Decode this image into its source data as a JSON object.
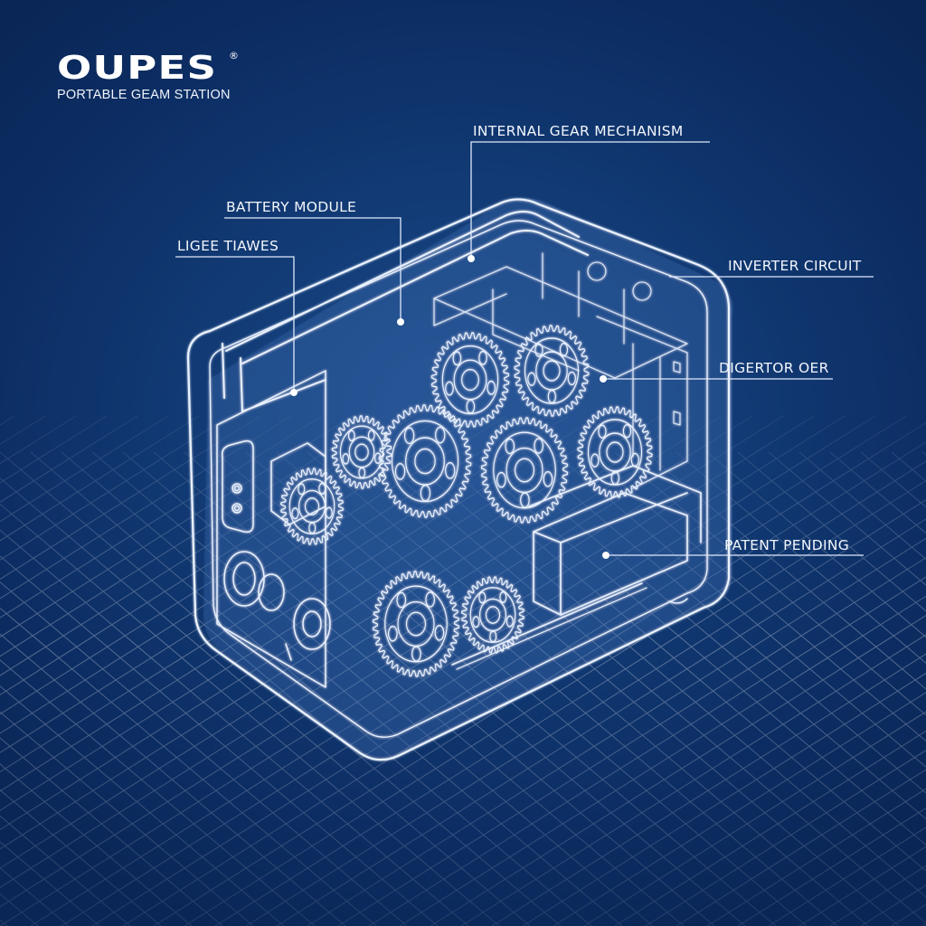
{
  "brand": {
    "logo": "OUPES",
    "registered_mark": "®",
    "subtitle": "PORTABLE GEAM STATION"
  },
  "callouts": [
    {
      "id": "internal-gear-mechanism",
      "label": "INTERNAL GEAR MECHANISM"
    },
    {
      "id": "battery-module",
      "label": "BATTERY MODULE"
    },
    {
      "id": "ligee-tiawes",
      "label": "LIGEE TIAWES"
    },
    {
      "id": "inverter-circuit",
      "label": "INVERTER CIRCUIT"
    },
    {
      "id": "digertor-oer",
      "label": "DIGERTOR OER"
    },
    {
      "id": "patent-pending",
      "label": "PATENT PENDING"
    }
  ],
  "colors": {
    "background": "#0c2d63",
    "background_glow": "#1d4a8a",
    "line": "#e8f0ff",
    "grid": "#5b80bd"
  }
}
